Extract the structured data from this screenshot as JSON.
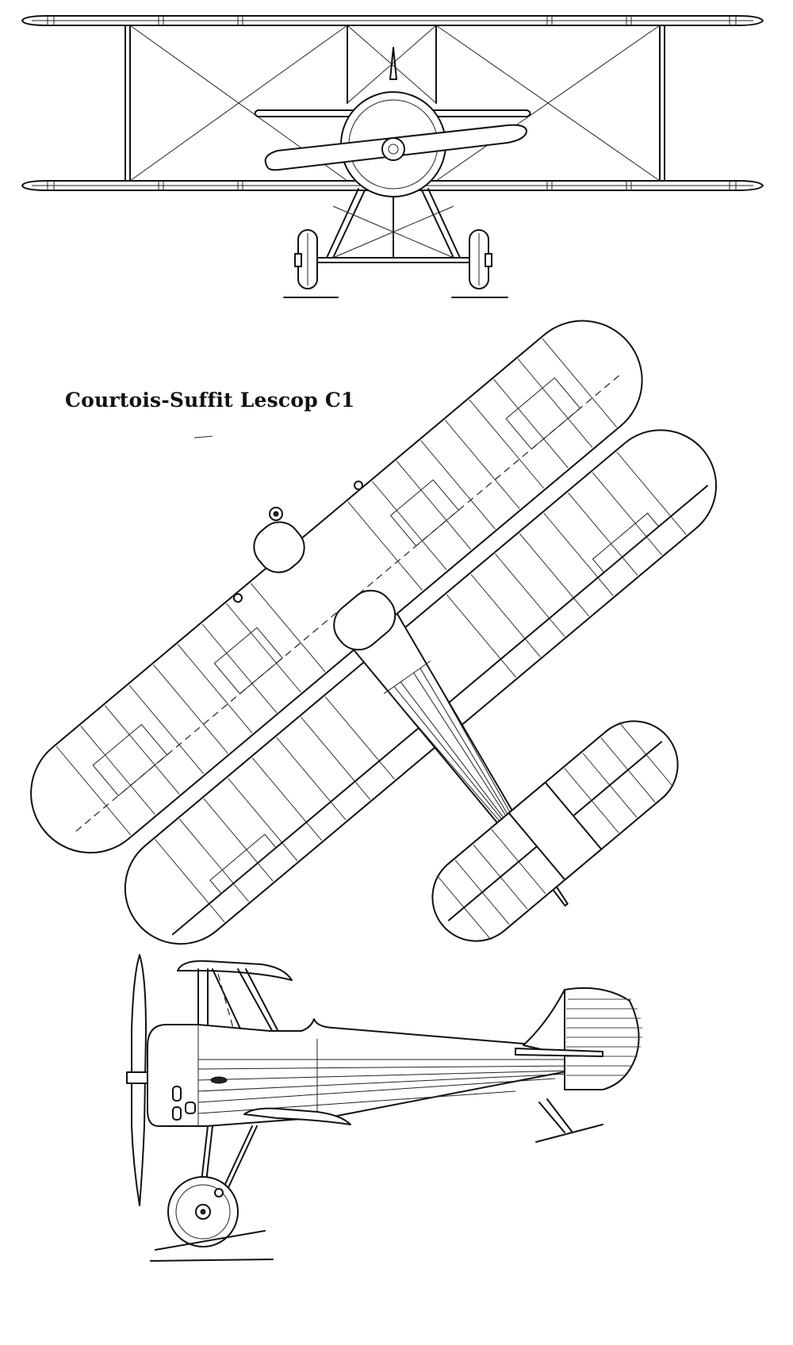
{
  "title": "Courtois-Suffit Lescop C1",
  "colors": {
    "ink": "#111111",
    "paper": "#ffffff"
  },
  "views": [
    "front-view",
    "plan-view",
    "side-view"
  ]
}
